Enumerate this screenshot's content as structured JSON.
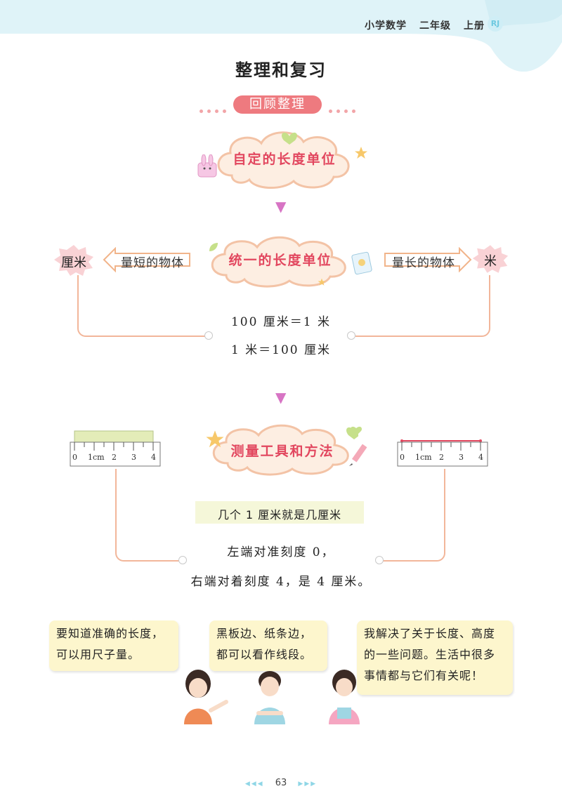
{
  "header": {
    "subject": "小学数学",
    "grade": "二年级",
    "volume": "上册",
    "badge": "RJ"
  },
  "title": "整理和复习",
  "section_badge": "回顾整理",
  "flow": {
    "self_unit": "自定的长度单位",
    "unified_unit": "统一的长度单位",
    "left_unit": "厘米",
    "left_arrow": "量短的物体",
    "right_unit": "米",
    "right_arrow": "量长的物体",
    "eq1": "100 厘米＝1 米",
    "eq2": "1 米＝100 厘米",
    "tools": "测量工具和方法",
    "ruler_ticks": [
      "0",
      "1cm",
      "2",
      "3",
      "4"
    ],
    "tip_box": "几个 1 厘米就是几厘米",
    "method1": "左端对准刻度 0，",
    "method2": "右端对着刻度 4，是 4 厘米。"
  },
  "speech": [
    {
      "line1": "要知道准确的长度，",
      "line2": "可以用尺子量。"
    },
    {
      "line1": "黑板边、纸条边，",
      "line2": "都可以看作线段。"
    },
    {
      "line1": "我解决了关于长度、高度",
      "line2": "的一些问题。生活中很多",
      "line3": "事情都与它们有关呢！"
    }
  ],
  "page_number": "63",
  "colors": {
    "accent": "#e2475f",
    "badge": "#ee7a7f",
    "line": "#f2b69a",
    "header": "#dff3f8"
  }
}
